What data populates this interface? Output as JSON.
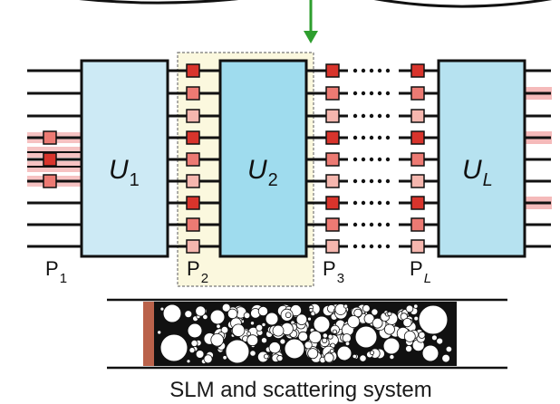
{
  "diagram": {
    "unitaries": [
      {
        "name": "U",
        "sub": "1"
      },
      {
        "name": "U",
        "sub": "2"
      },
      {
        "name": "U",
        "sub": "L"
      }
    ],
    "planes": [
      {
        "name": "P",
        "sub": "1"
      },
      {
        "name": "P",
        "sub": "2"
      },
      {
        "name": "P",
        "sub": "3"
      },
      {
        "name": "P",
        "sub": "L"
      }
    ],
    "caption": "SLM and scattering system",
    "colors": {
      "unitary_fill": "#cdeaf5",
      "unitary_highlight_fill": "#9fdcee",
      "highlight_box": "#fbf8de",
      "arrow": "#2e9e2e",
      "pixel_dark": "#d8342c",
      "pixel_mid": "#ec7a73",
      "pixel_light": "#f5b6ae",
      "output_glow": "#f4b3b3"
    }
  }
}
